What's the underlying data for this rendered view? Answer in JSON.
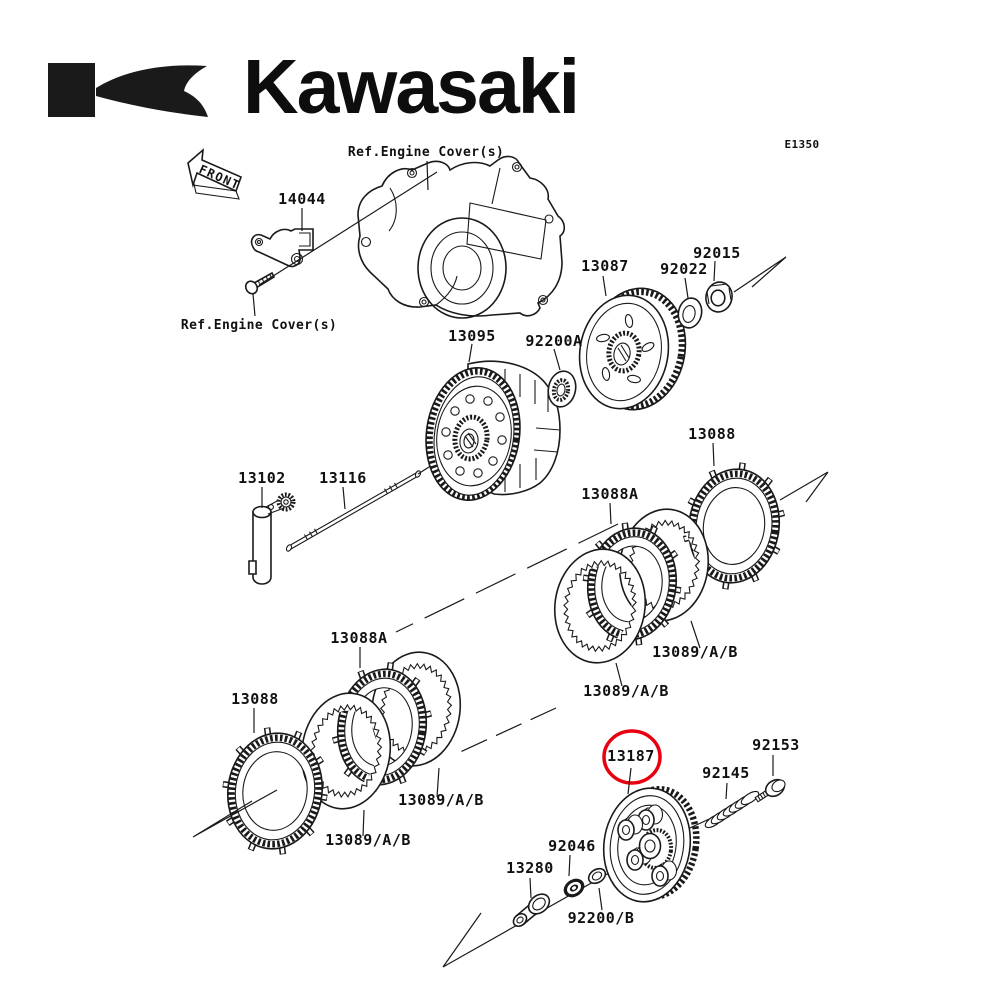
{
  "header": {
    "brand": "Kawasaki",
    "diagram_code": "E1350"
  },
  "front_marker": "FRONT",
  "ref_engine_cover": "Ref.Engine Cover(s)",
  "parts": {
    "14044": "14044",
    "13087": "13087",
    "92022": "92022",
    "92015": "92015",
    "13095": "13095",
    "92200A": "92200A",
    "13088": "13088",
    "13088A": "13088A",
    "13089AB": "13089/A/B",
    "13102": "13102",
    "13116": "13116",
    "13187": "13187",
    "92145": "92145",
    "92153": "92153",
    "92046": "92046",
    "13280": "13280",
    "92200B": "92200/B"
  },
  "highlight": {
    "part": "13187",
    "color": "#e8000e"
  }
}
